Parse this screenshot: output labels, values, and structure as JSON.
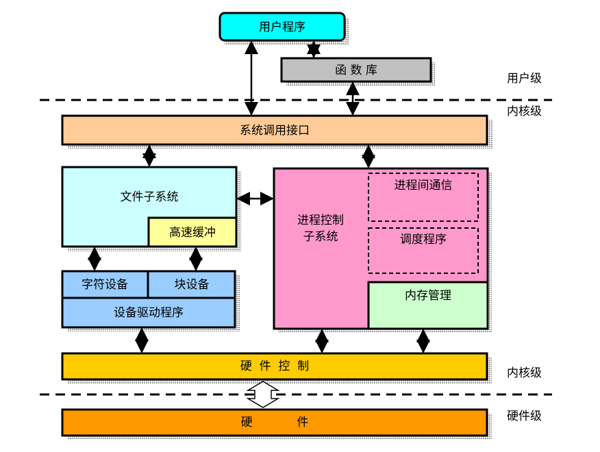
{
  "levels": {
    "user": "用户级",
    "kernel_top": "内核级",
    "kernel_bottom": "内核级",
    "hardware": "硬件级"
  },
  "boxes": {
    "user_program": "用户程序",
    "function_library": "函 数 库",
    "syscall_interface": "系统调用接口",
    "file_subsystem": "文件子系统",
    "buffer_cache": "高速缓冲",
    "char_device": "字符设备",
    "block_device": "块设备",
    "device_driver": "设备驱动程序",
    "process_control_line1": "进程控制",
    "process_control_line2": "子系统",
    "ipc": "进程间通信",
    "scheduler": "调度程序",
    "memory_management": "内存管理",
    "hardware_control": "硬  件  控  制",
    "hardware": "硬            件"
  },
  "colors": {
    "user_program": "#00ffff",
    "function_library": "#c0c0c0",
    "syscall_interface": "#ffcc99",
    "file_subsystem": "#ccffff",
    "buffer_cache": "#ffff99",
    "device": "#99ccff",
    "process_control": "#ff99cc",
    "memory_management": "#ccffcc",
    "hardware_control": "#ffcc00",
    "hardware": "#ff9900",
    "shadow": "#b0b0b0"
  }
}
